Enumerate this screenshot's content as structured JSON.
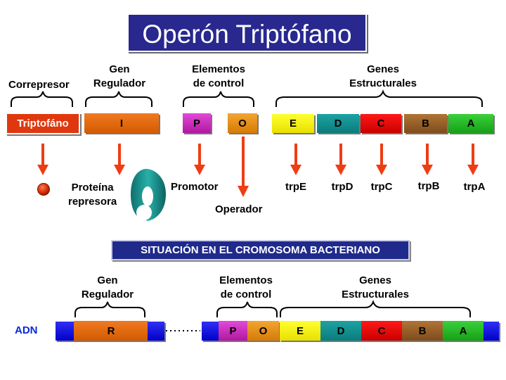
{
  "title": "Operón Triptófano",
  "subtitle": "SITUACIÓN EN EL CROMOSOMA BACTERIANO",
  "top_labels": {
    "corepressor": "Correpresor",
    "regulator": [
      "Gen",
      "Regulador"
    ],
    "control": [
      "Elementos",
      "de control"
    ],
    "structural": [
      "Genes",
      "Estructurales"
    ]
  },
  "top_row": {
    "tryptophan": "Triptofáno",
    "regulator_gene": "I",
    "promoter": "P",
    "operator": "O",
    "genes": [
      "E",
      "D",
      "C",
      "B",
      "A"
    ]
  },
  "products": {
    "repressor": [
      "Proteína",
      "represora"
    ],
    "promoter": "Promotor",
    "operator": "Operador",
    "genes": [
      "trpE",
      "trpD",
      "trpC",
      "trpB",
      "trpA"
    ]
  },
  "bottom_labels": {
    "regulator": [
      "Gen",
      "Regulador"
    ],
    "control": [
      "Elementos",
      "de control"
    ],
    "structural": [
      "Genes",
      "Estructurales"
    ]
  },
  "bottom_row": {
    "dna_label": "ADN",
    "regulator_gene": "R",
    "promoter": "P",
    "operator": "O",
    "genes": [
      "E",
      "D",
      "C",
      "B",
      "A"
    ]
  },
  "colors": {
    "title_bg": "#28288f",
    "arrow": "#ee3d14",
    "dna_blue": "#0000c8",
    "repressor": "#1a9696"
  }
}
